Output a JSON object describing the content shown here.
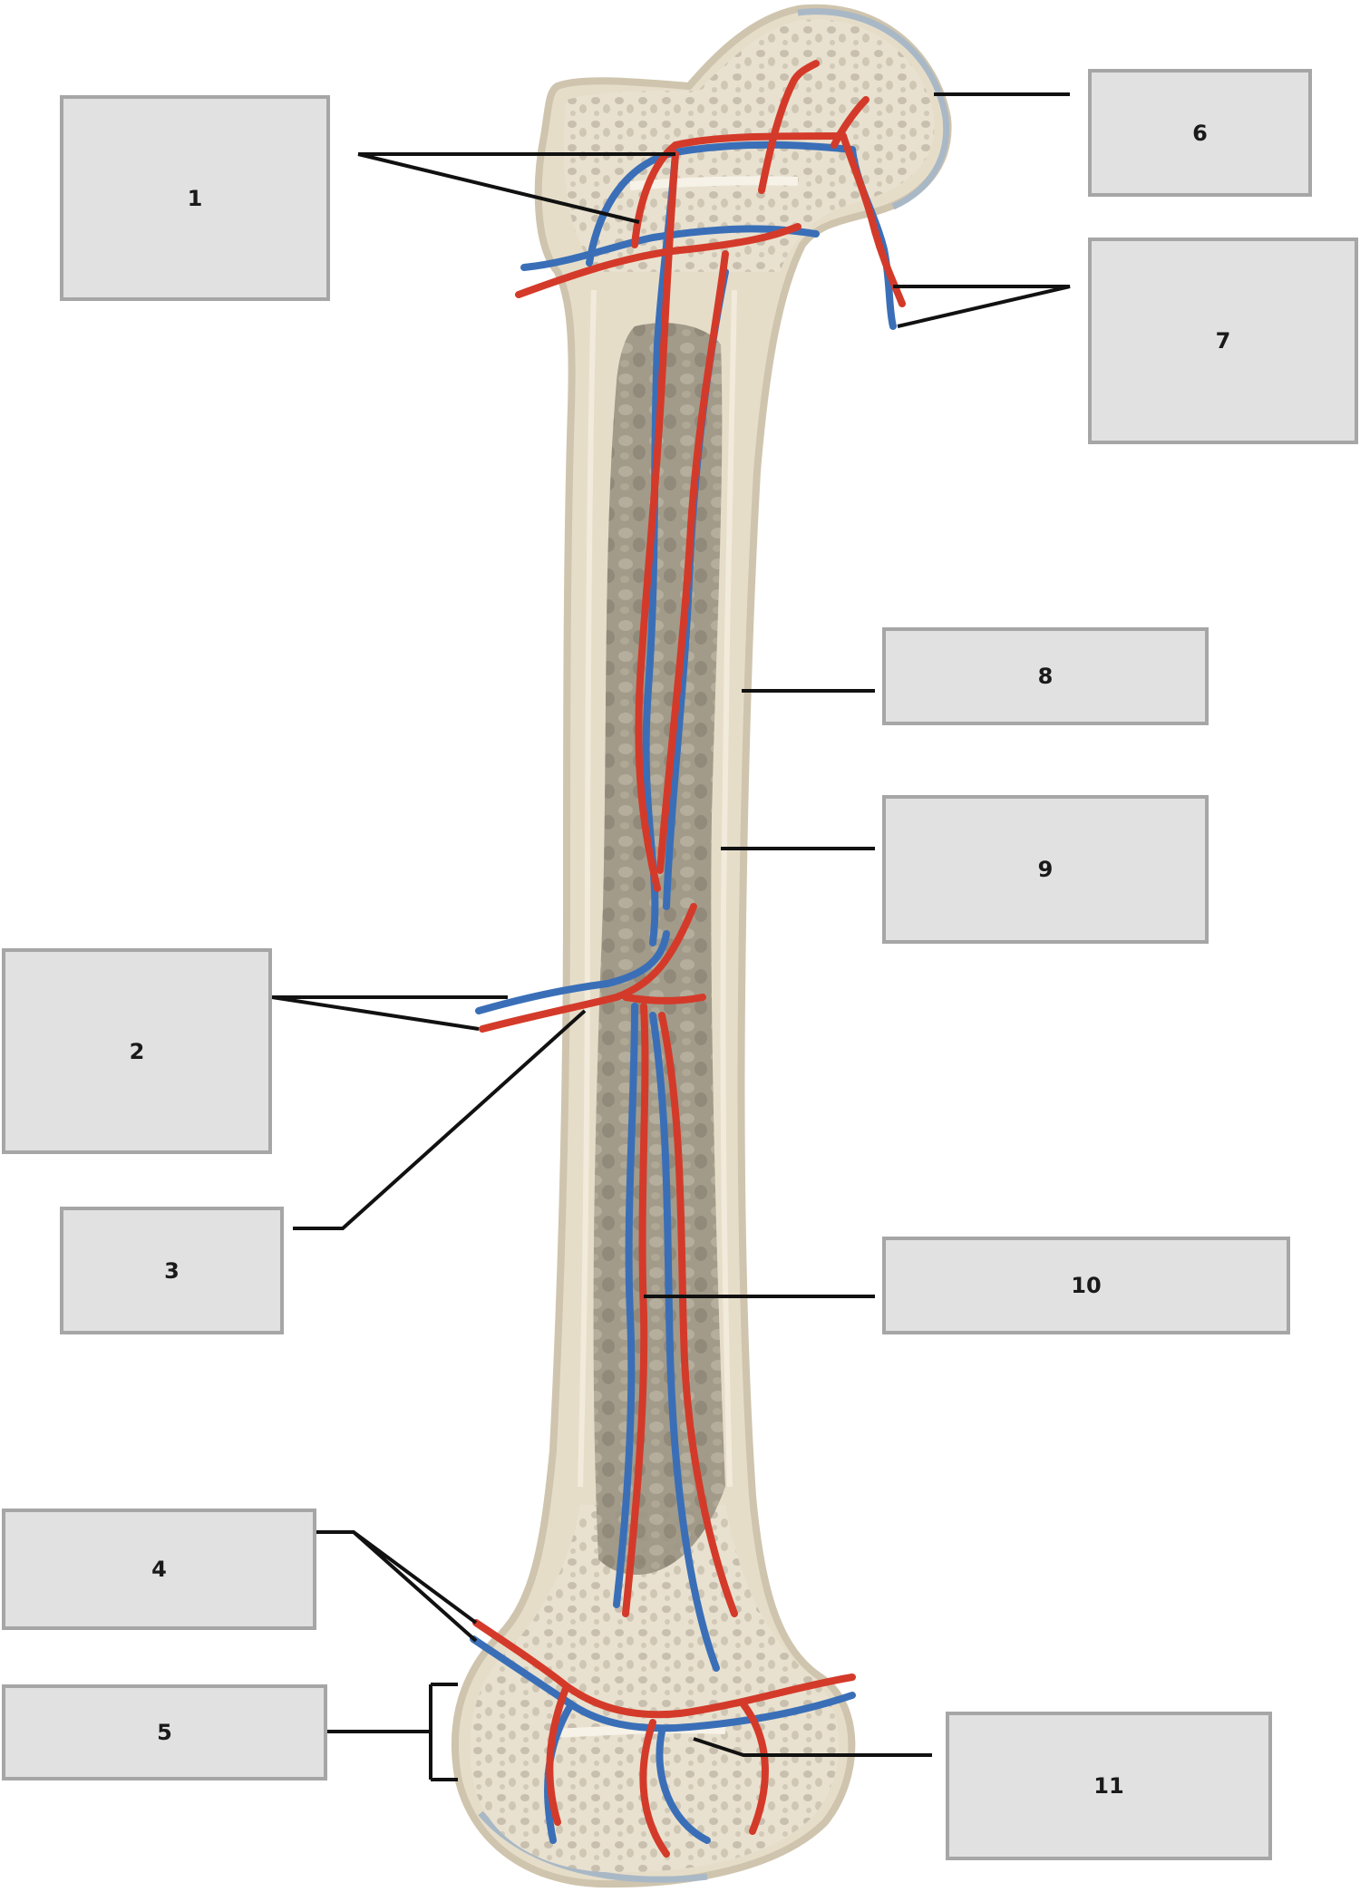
{
  "labels": [
    {
      "id": "1",
      "text": "1"
    },
    {
      "id": "2",
      "text": "2"
    },
    {
      "id": "3",
      "text": "3"
    },
    {
      "id": "4",
      "text": "4"
    },
    {
      "id": "5",
      "text": "5"
    },
    {
      "id": "6",
      "text": "6"
    },
    {
      "id": "7",
      "text": "7"
    },
    {
      "id": "8",
      "text": "8"
    },
    {
      "id": "9",
      "text": "9"
    },
    {
      "id": "10",
      "text": "10"
    },
    {
      "id": "11",
      "text": "11"
    }
  ],
  "colors": {
    "artery": "#d43a2a",
    "vein": "#3a6fb8",
    "bone": "#e6ddc9",
    "bone_outline": "#cfc4ad",
    "periosteum": "#a9b8c6",
    "marrow": "#9a9382",
    "label_fill": "#e1e1e1",
    "label_border": "#a6a6a6",
    "leader_line": "#111111"
  }
}
